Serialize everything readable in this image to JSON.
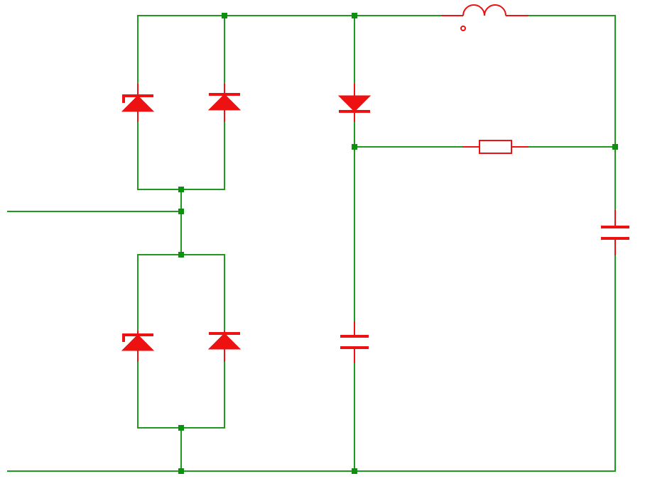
{
  "diagram": {
    "type": "circuit-schematic",
    "colors": {
      "wire": "#1f9a1f",
      "junction": "#0f8f0f",
      "component": "#ee1111",
      "background": "#ffffff"
    },
    "components": [
      {
        "id": "D1",
        "kind": "zener-diode",
        "direction": "up"
      },
      {
        "id": "D2",
        "kind": "diode",
        "direction": "up"
      },
      {
        "id": "D3",
        "kind": "diode",
        "direction": "down"
      },
      {
        "id": "D4",
        "kind": "zener-diode",
        "direction": "up"
      },
      {
        "id": "D5",
        "kind": "diode",
        "direction": "up"
      },
      {
        "id": "L1",
        "kind": "inductor"
      },
      {
        "id": "R1",
        "kind": "resistor"
      },
      {
        "id": "C1",
        "kind": "capacitor"
      },
      {
        "id": "C2",
        "kind": "capacitor"
      }
    ]
  }
}
